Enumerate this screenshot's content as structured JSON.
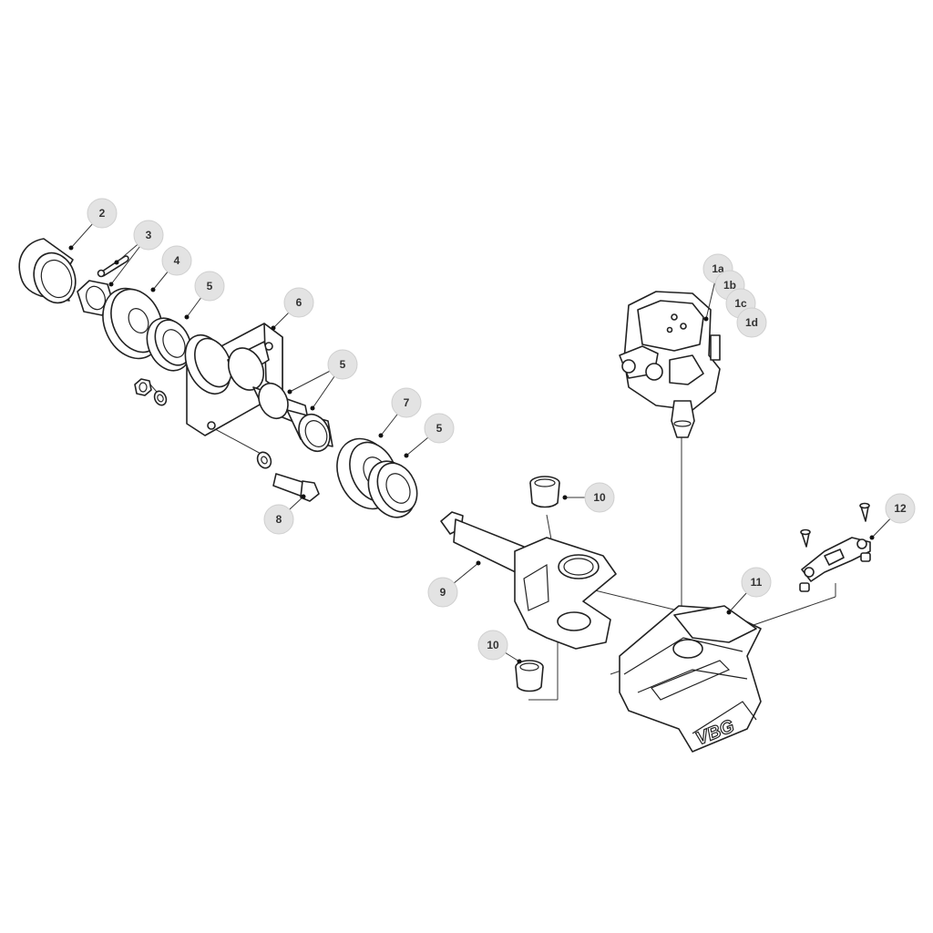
{
  "diagram": {
    "brand_mark": "VBG",
    "callouts": [
      {
        "id": "c-1a",
        "label": "1a"
      },
      {
        "id": "c-1b",
        "label": "1b"
      },
      {
        "id": "c-1c",
        "label": "1c"
      },
      {
        "id": "c-1d",
        "label": "1d"
      },
      {
        "id": "c-2",
        "label": "2"
      },
      {
        "id": "c-3",
        "label": "3"
      },
      {
        "id": "c-4",
        "label": "4"
      },
      {
        "id": "c-5a",
        "label": "5"
      },
      {
        "id": "c-5b",
        "label": "5"
      },
      {
        "id": "c-5c",
        "label": "5"
      },
      {
        "id": "c-6",
        "label": "6"
      },
      {
        "id": "c-7",
        "label": "7"
      },
      {
        "id": "c-8",
        "label": "8"
      },
      {
        "id": "c-9",
        "label": "9"
      },
      {
        "id": "c-10a",
        "label": "10"
      },
      {
        "id": "c-10b",
        "label": "10"
      },
      {
        "id": "c-11",
        "label": "11"
      },
      {
        "id": "c-12",
        "label": "12"
      }
    ]
  }
}
